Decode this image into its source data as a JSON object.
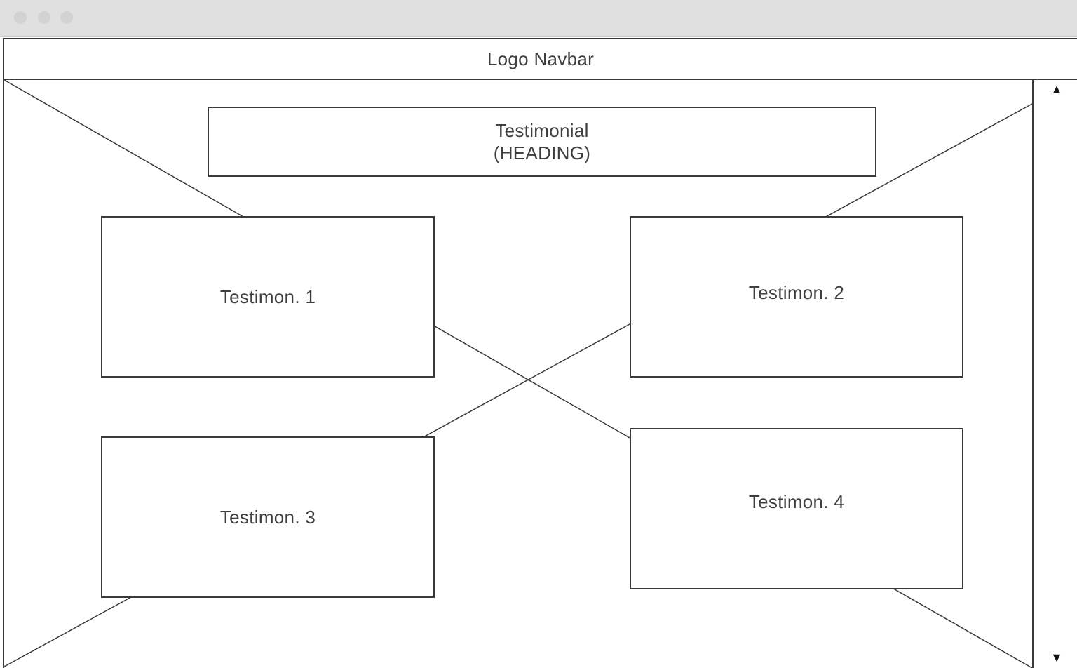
{
  "window": {
    "controls": [
      "close",
      "minimize",
      "zoom"
    ]
  },
  "navbar": {
    "label": "Logo Navbar"
  },
  "heading": {
    "line1": "Testimonial",
    "line2": "(HEADING)"
  },
  "testimonials": [
    {
      "label": "Testimon. 1"
    },
    {
      "label": "Testimon. 2"
    },
    {
      "label": "Testimon. 3"
    },
    {
      "label": "Testimon. 4"
    }
  ],
  "scrollbar": {
    "up_icon": "scroll-up-arrow-icon",
    "down_icon": "scroll-down-arrow-icon",
    "up_glyph": "▲",
    "down_glyph": "▼"
  },
  "colors": {
    "stroke": "#3a3a3a",
    "text": "#3f3f3f",
    "titlebar": "#e0e0e0"
  }
}
